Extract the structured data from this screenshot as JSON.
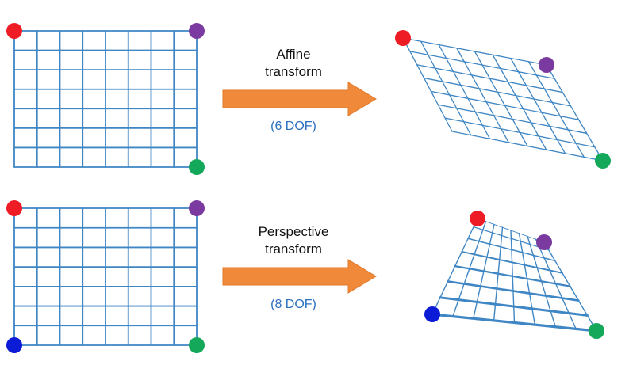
{
  "colors": {
    "grid": "#3f86c4",
    "arrow": "#f08a3a",
    "arrow_dark": "#e0782a",
    "dof_text": "#2a6fc0",
    "red": "#ee1c24",
    "purple": "#7a3aa0",
    "green": "#13a85a",
    "blue": "#0b1bd6"
  },
  "affine": {
    "label_line1": "Affine",
    "label_line2": "transform",
    "dof": "(6 DOF)",
    "corner_colors": [
      "red",
      "purple",
      "green"
    ]
  },
  "perspective": {
    "label_line1": "Perspective",
    "label_line2": "transform",
    "dof": "(8 DOF)",
    "corner_colors": [
      "red",
      "purple",
      "green",
      "blue"
    ]
  },
  "grid_cells": {
    "columns": 8,
    "rows": 7
  }
}
